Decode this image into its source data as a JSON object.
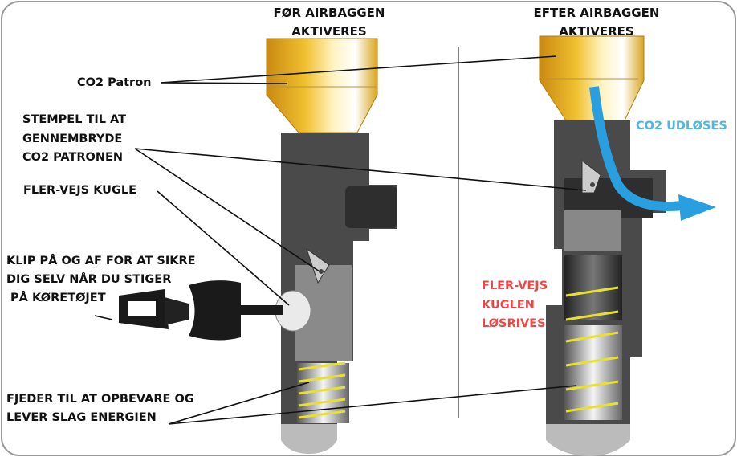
{
  "titles": {
    "before": [
      "FØR AIRBAGGEN",
      "AKTIVERES"
    ],
    "after": [
      "EFTER AIRBAGGEN",
      "AKTIVERES"
    ]
  },
  "labels": {
    "co2_cartridge": "CO2 Patron",
    "piston": [
      "STEMPEL TIL AT",
      "GENNEMBRYDE",
      "CO2 PATRONEN"
    ],
    "multi_ball": "FLER-VEJS KUGLE",
    "clip": [
      "KLIP PÅ OG AF FOR AT SIKRE",
      "DIG SELV NÅR DU STIGER",
      " PÅ KØRETØJET"
    ],
    "spring": [
      "FJEDER TIL AT OPBEVARE OG",
      "LEVER SLAG ENERGIEN"
    ],
    "co2_release": "CO2 UDLØSES",
    "ball_released": [
      "FLER-VEJS",
      "KUGLEN",
      "LØSRIVES"
    ]
  },
  "colors": {
    "co2_release": "#4db8e0",
    "ball_released": "#f04545",
    "cartridge": "#e0a820",
    "body": "#4a4a4a",
    "spring": "#e8e030"
  }
}
